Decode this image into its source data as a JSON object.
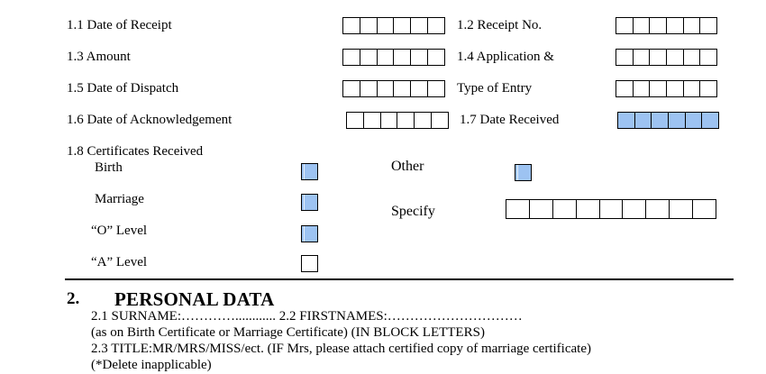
{
  "form": {
    "f1_1": "1.1 Date of Receipt",
    "f1_2": "1.2   Receipt No.",
    "f1_3": "1.3  Amount",
    "f1_4": "1.4   Application &",
    "f1_5": "1.5  Date of Dispatch",
    "f_type": "Type of Entry",
    "f1_6": "1.6 Date of Acknowledgement",
    "f1_7": "1.7   Date Received",
    "f1_8": "1.8  Certificates Received",
    "birth": "Birth",
    "marriage": "Marriage",
    "o_level": "“O” Level",
    "a_level": "“A” Level",
    "other": "Other",
    "specify": "Specify"
  },
  "checkboxes": {
    "birth": true,
    "marriage": true,
    "o_level": true,
    "a_level": false,
    "other": true
  },
  "section2": {
    "number": "2.",
    "title": "PERSONAL DATA",
    "line1": "2.1  SURNAME:…………............ 2.2  FIRSTNAMES:…………………………",
    "line2": "(as on Birth Certificate or Marriage Certificate) (IN BLOCK LETTERS)",
    "line3": "2.3  TITLE:MR/MRS/MISS/ect. (IF Mrs, please attach certified copy of marriage certificate)",
    "line4": "(*Delete inapplicable)"
  },
  "colors": {
    "filled_box": "#9dc3f2"
  }
}
